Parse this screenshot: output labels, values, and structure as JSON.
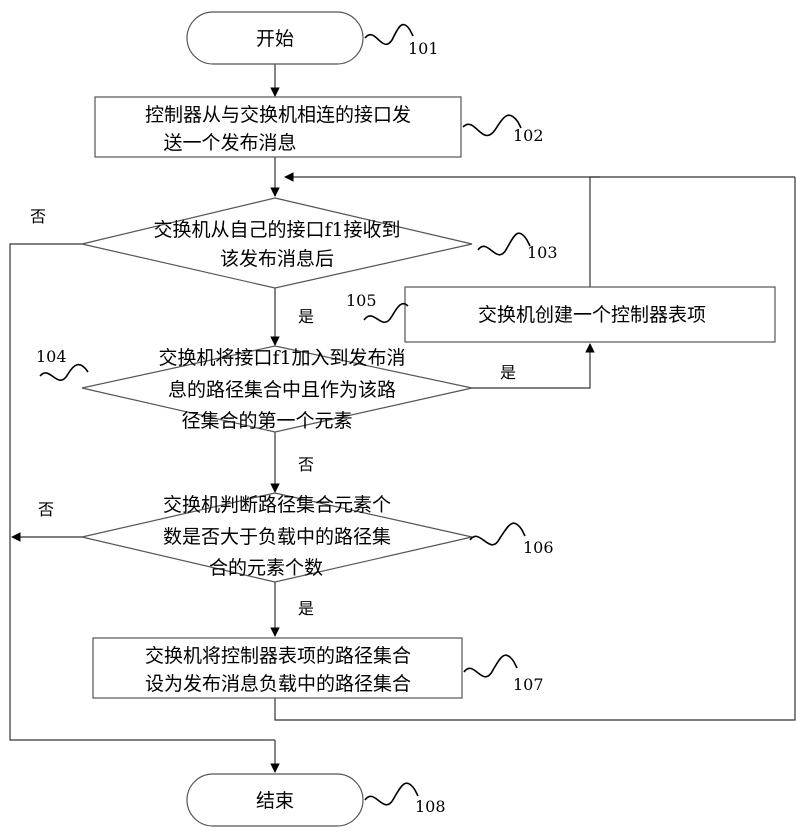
{
  "nodes": {
    "start": {
      "label": "开始",
      "ref": "101"
    },
    "step102": {
      "lines": [
        "控制器从与交换机相连的接口发",
        "送一个发布消息"
      ],
      "ref": "102"
    },
    "decision103": {
      "lines": [
        "交换机从自己的接口f1接收到",
        "该发布消息后"
      ],
      "ref": "103"
    },
    "step105": {
      "label": "交换机创建一个控制器表项",
      "ref": "105"
    },
    "decision104": {
      "lines": [
        "交换机将接口f1加入到发布消",
        "息的路径集合中且作为该路",
        "径集合的第一个元素"
      ],
      "ref": "104"
    },
    "decision106": {
      "lines": [
        "交换机判断路径集合元素个",
        "数是否大于负载中的路径集",
        "合的元素个数"
      ],
      "ref": "106"
    },
    "step107": {
      "lines": [
        "交换机将控制器表项的路径集合",
        "设为发布消息负载中的路径集合"
      ],
      "ref": "107"
    },
    "end": {
      "label": "结束",
      "ref": "108"
    }
  },
  "edge_labels": {
    "no_103": "否",
    "yes_103": "是",
    "yes_104": "是",
    "no_104": "否",
    "no_106": "否",
    "yes_106": "是"
  }
}
